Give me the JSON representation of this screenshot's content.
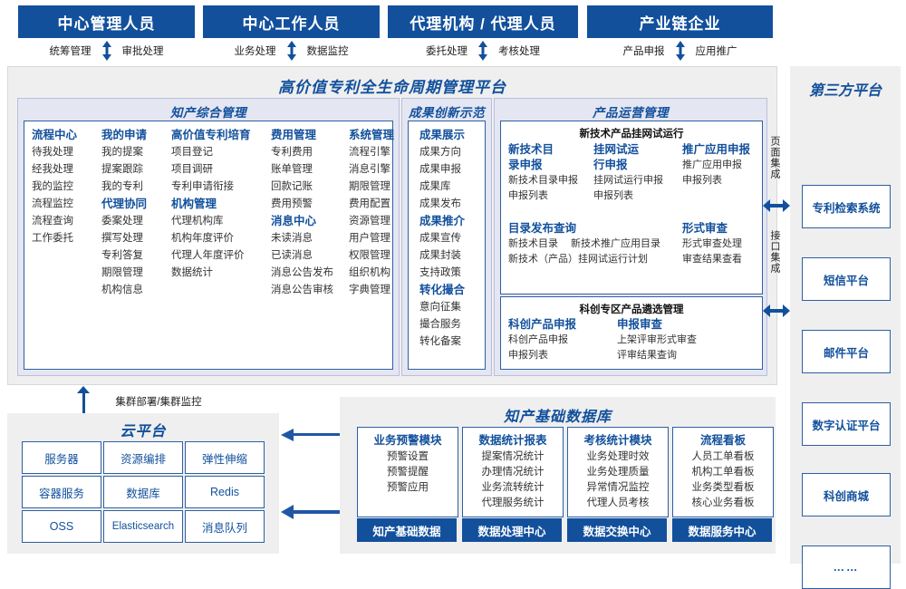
{
  "roles": [
    {
      "title": "中心管理人员",
      "left": "统筹管理",
      "right": "审批处理"
    },
    {
      "title": "中心工作人员",
      "left": "业务处理",
      "right": "数据监控"
    },
    {
      "title": "代理机构 / 代理人员",
      "left": "委托处理",
      "right": "考核处理"
    },
    {
      "title": "产业链企业",
      "left": "产品申报",
      "right": "应用推广"
    }
  ],
  "platform": {
    "title": "高价值专利全生命周期管理平台",
    "groups": {
      "zcgl": {
        "title": "知产综合管理",
        "columns": [
          {
            "blocks": [
              {
                "head": "流程中心",
                "items": [
                  "待我处理",
                  "经我处理",
                  "我的监控",
                  "流程监控",
                  "流程查询",
                  "工作委托"
                ]
              }
            ]
          },
          {
            "blocks": [
              {
                "head": "我的申请",
                "items": [
                  "我的提案",
                  "提案跟踪",
                  "我的专利"
                ]
              },
              {
                "head": "代理协同",
                "items": [
                  "委案处理",
                  "撰写处理",
                  "专利答复",
                  "期限管理",
                  "机构信息"
                ]
              }
            ]
          },
          {
            "blocks": [
              {
                "head": "高价值专利培育",
                "items": [
                  "项目登记",
                  "项目调研",
                  "专利申请衔接"
                ]
              },
              {
                "head": "机构管理",
                "items": [
                  "代理机构库",
                  "机构年度评价",
                  "代理人年度评价",
                  "数据统计"
                ]
              }
            ]
          },
          {
            "blocks": [
              {
                "head": "费用管理",
                "items": [
                  "专利费用",
                  "账单管理",
                  "回款记账",
                  "费用预警"
                ]
              },
              {
                "head": "消息中心",
                "items": [
                  "未读消息",
                  "已读消息",
                  "消息公告发布",
                  "消息公告审核"
                ]
              }
            ]
          },
          {
            "blocks": [
              {
                "head": "系统管理",
                "items": [
                  "流程引擎",
                  "消息引擎",
                  "期限管理",
                  "费用配置",
                  "资源管理",
                  "用户管理",
                  "权限管理",
                  "组织机构",
                  "字典管理"
                ]
              }
            ]
          }
        ]
      },
      "cgcx": {
        "title": "成果创新示范",
        "blocks": [
          {
            "head": "成果展示",
            "items": [
              "成果方向",
              "成果申报",
              "成果库",
              "成果发布"
            ]
          },
          {
            "head": "成果推介",
            "items": [
              "成果宣传",
              "成果封装",
              "支持政策"
            ]
          },
          {
            "head": "转化撮合",
            "items": [
              "意向征集",
              "撮合服务",
              "转化备案"
            ]
          }
        ]
      },
      "cpyy": {
        "title": "产品运营管理",
        "subboxes": [
          {
            "title": "新技术产品挂网试运行",
            "row1": [
              {
                "head": "新技术目录申报",
                "items": [
                  "新技术目录申报",
                  "申报列表"
                ]
              },
              {
                "head": "挂网试运行申报",
                "items": [
                  "挂网试运行申报",
                  "申报列表"
                ]
              },
              {
                "head": "推广应用申报",
                "items": [
                  "推广应用申报",
                  "申报列表"
                ]
              }
            ],
            "row2_left": {
              "head": "目录发布查询",
              "line1a": "新技术目录",
              "line1b": "新技术推广应用目录",
              "line2": "新技术（产品）挂网试运行计划"
            },
            "row2_right": {
              "head": "形式审查",
              "items": [
                "形式审查处理",
                "审查结果查看"
              ]
            }
          },
          {
            "title": "科创专区产品遴选管理",
            "row1": [
              {
                "head": "科创产品申报",
                "items": [
                  "科创产品申报",
                  "申报列表"
                ]
              },
              {
                "head": "申报审查",
                "items": [
                  "上架评审形式审查",
                  "评审结果查询"
                ]
              }
            ]
          }
        ]
      }
    },
    "integration": {
      "page": "页面集成",
      "api": "接口集成"
    }
  },
  "third_party": {
    "title": "第三方平台",
    "items": [
      "专利检索系统",
      "短信平台",
      "邮件平台",
      "数字认证平台",
      "科创商城",
      "……"
    ]
  },
  "cloud": {
    "cluster_label": "集群部署/集群监控",
    "title": "云平台",
    "cells": [
      "服务器",
      "资源编排",
      "弹性伸缩",
      "容器服务",
      "数据库",
      "Redis",
      "OSS",
      "Elasticsearch",
      "消息队列"
    ]
  },
  "database": {
    "title": "知产基础数据库",
    "columns": [
      {
        "head": "业务预警模块",
        "items": [
          "预警设置",
          "预警提醒",
          "预警应用"
        ],
        "foot": "知产基础数据"
      },
      {
        "head": "数据统计报表",
        "items": [
          "提案情况统计",
          "办理情况统计",
          "业务流转统计",
          "代理服务统计"
        ],
        "foot": "数据处理中心"
      },
      {
        "head": "考核统计模块",
        "items": [
          "业务处理时效",
          "业务处理质量",
          "异常情况监控",
          "代理人员考核"
        ],
        "foot": "数据交换中心"
      },
      {
        "head": "流程看板",
        "items": [
          "人员工单看板",
          "机构工单看板",
          "业务类型看板",
          "核心业务看板"
        ],
        "foot": "数据服务中心"
      }
    ]
  },
  "colors": {
    "brand": "#12509C",
    "panel": "#EFEFEF",
    "group": "#E4E6F2",
    "border": "#2E5FA3"
  }
}
